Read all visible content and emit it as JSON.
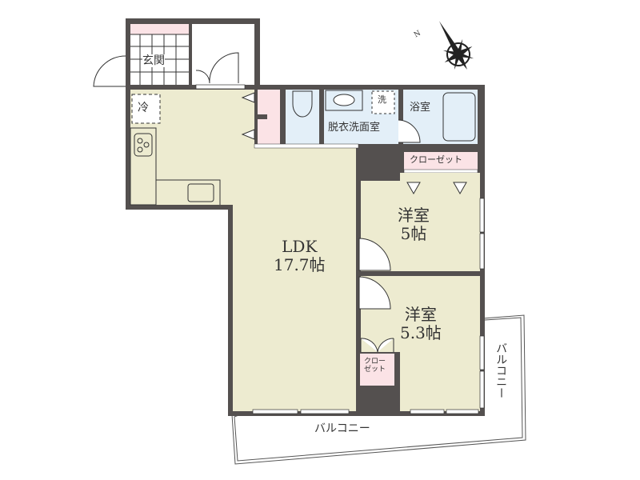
{
  "rooms": {
    "entrance": "玄関",
    "washroom": "脱衣洗面室",
    "bath": "浴室",
    "closet_top": "クローゼット",
    "western1": {
      "name": "洋室",
      "size": "5帖"
    },
    "ldk": {
      "name": "LDK",
      "size": "17.7帖"
    },
    "western2": {
      "name": "洋室",
      "size": "5.3帖"
    },
    "closet_small": {
      "line1": "クロー",
      "line2": "ゼット"
    },
    "balcony_bottom": "バルコニー",
    "balcony_right": "バルコニー"
  },
  "symbols": {
    "fridge": "冷",
    "washer": "洗",
    "north": "N"
  },
  "colors": {
    "wall": "#54504f",
    "floor": "#edebd0",
    "wet": "#e3eff8",
    "closet": "#fbe3e6"
  }
}
